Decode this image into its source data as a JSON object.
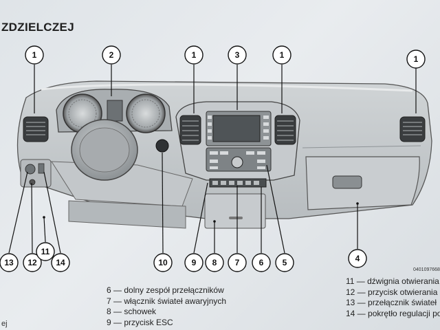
{
  "header": {
    "title": "ZDZIELCZEJ"
  },
  "figure": {
    "code": "0401097668",
    "callouts": {
      "c1a": "1",
      "c2": "2",
      "c1b": "1",
      "c3": "3",
      "c1c": "1",
      "c1d": "1",
      "c13": "13",
      "c12": "12",
      "c11": "11",
      "c14": "14",
      "c10": "10",
      "c9": "9",
      "c8": "8",
      "c7": "7",
      "c6": "6",
      "c5": "5",
      "c4": "4"
    }
  },
  "legend_left": [
    "6 — dolny zespół przełączników",
    "7 — włącznik świateł awaryjnych",
    "8 — schowek",
    "9 — przycisk ESC"
  ],
  "legend_right": [
    "11 — dźwignia otwierania",
    "12 — przycisk otwierania",
    "13 — przełącznik świateł",
    "14 — pokrętło regulacji po"
  ],
  "footer": {
    "fragment": "ej"
  }
}
